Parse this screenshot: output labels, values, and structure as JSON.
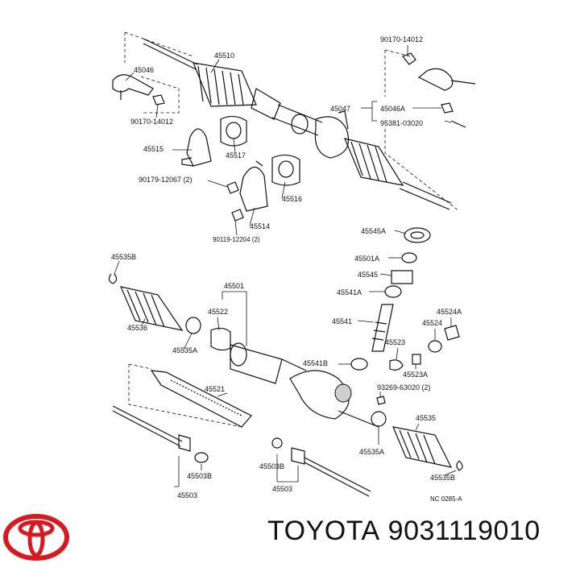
{
  "brand": "TOYOTA",
  "part_number": "9031119010",
  "drawing_code": "NC  0285-A",
  "colors": {
    "ink": "#111111",
    "logo_red": "#d71920"
  },
  "icons": [
    "toyota-logo-icon"
  ],
  "labels": {
    "l45510": "45510",
    "l45046": "45046",
    "l90170_14012_left": "90170-14012",
    "l45515": "45515",
    "l45517": "45517",
    "l90179_12067": "90179-12067 (2)",
    "l45516": "45516",
    "l45514": "45514",
    "l90119_12204": "90119-12204 (2)",
    "l90170_14012_right": "90170-14012",
    "l45047": "45047",
    "l45046A": "45046A",
    "l95381_03020": "95381-03020",
    "l45545A": "45545A",
    "l45501A": "45501A",
    "l45545": "45545",
    "l45541A": "45541A",
    "l45541": "45541",
    "l45535B_top": "45535B",
    "l45536": "45536",
    "l45501": "45501",
    "l45522": "45522",
    "l45535A_left": "45535A",
    "l45524A": "45524A",
    "l45524": "45524",
    "l45523": "45523",
    "l45541B": "45541B",
    "l45523A": "45523A",
    "l93269_63020": "93269-63020 (2)",
    "l45521": "45521",
    "l45535": "45535",
    "l45535A_right": "45535A",
    "l45535B_bottom": "45535B",
    "l45503B_left": "45503B",
    "l45503_left": "45503",
    "l45503B_mid": "45503B",
    "l45503_mid": "45503"
  }
}
